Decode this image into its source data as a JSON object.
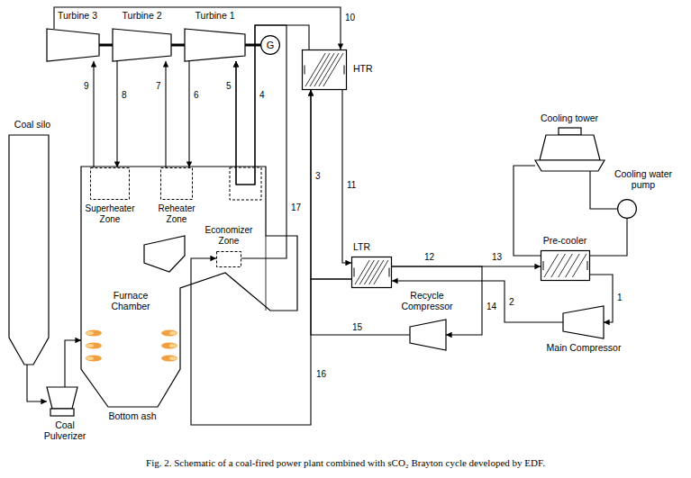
{
  "diagram": {
    "caption": "Fig. 2. Schematic of a coal-fired power plant combined with sCO₂ Brayton cycle developed by EDF.",
    "nodes": [
      {
        "text": [
          "Turbine 3"
        ]
      },
      {
        "text": [
          "Turbine 2"
        ]
      },
      {
        "text": [
          "Turbine 1"
        ]
      },
      {
        "text": [
          "G"
        ]
      },
      {
        "text": [
          "HTR"
        ]
      },
      {
        "text": [
          "Coal silo"
        ]
      },
      {
        "text": [
          "Furnace Chamber",
          "Bottom ash"
        ]
      },
      {
        "text": [
          "Superheater Zone"
        ],
        "in": 6
      },
      {
        "text": [
          "Reheater Zone"
        ],
        "in": 6
      },
      {
        "text": [
          "Economizer Zone"
        ],
        "in": 6
      },
      {
        "text": [
          "LTR"
        ]
      },
      {
        "text": [
          "Cooling tower"
        ]
      },
      {
        "text": [
          "Cooling water pump"
        ]
      },
      {
        "text": [
          "Pre-cooler"
        ]
      },
      {
        "text": [
          "Recycle Compressor"
        ]
      },
      {
        "text": [
          "Main Compressor"
        ]
      },
      {
        "text": [
          "Coal Pulverizer"
        ]
      }
    ],
    "edges": [
      {
        "from": 0,
        "to": 1,
        "arrow": "none"
      },
      {
        "from": 1,
        "to": 2,
        "arrow": "none"
      },
      {
        "from": 2,
        "to": 3,
        "arrow": "none"
      },
      {
        "from": 4,
        "to": 2,
        "label": "4",
        "arrow": "to"
      },
      {
        "from": 2,
        "to": 8,
        "label": "6",
        "arrow": "to"
      },
      {
        "from": 8,
        "to": 1,
        "label": "7",
        "arrow": "to"
      },
      {
        "from": 1,
        "to": 7,
        "label": "8",
        "arrow": "to"
      },
      {
        "from": 7,
        "to": 0,
        "label": "9",
        "arrow": "to"
      },
      {
        "from": 0,
        "to": 4,
        "label": "10",
        "arrow": "to"
      },
      {
        "from": 4,
        "to": 10,
        "label": "11",
        "arrow": "to"
      },
      {
        "from": 10,
        "to": 13,
        "label": "12",
        "arrow": "to"
      },
      {
        "from": 10,
        "to": 14,
        "label": "14",
        "arrow": "to"
      },
      {
        "from": 13,
        "to": 15,
        "label": "1",
        "arrow": "to"
      },
      {
        "from": 15,
        "to": 10,
        "label": "2",
        "arrow": "to"
      },
      {
        "from": 10,
        "to": 4,
        "label": "3",
        "arrow": "to"
      },
      {
        "from": 14,
        "to": 4,
        "label": "15",
        "arrow": "to"
      },
      {
        "from": 10,
        "to": 9,
        "label": "16",
        "arrow": "to"
      },
      {
        "from": 9,
        "to": 2,
        "label": "17",
        "arrow": "to"
      },
      {
        "from": 13,
        "to": 11,
        "arrow": "none"
      },
      {
        "from": 11,
        "to": 12,
        "arrow": "none"
      },
      {
        "from": 12,
        "to": 13,
        "arrow": "none"
      },
      {
        "from": 5,
        "to": 16,
        "arrow": "to"
      },
      {
        "from": 16,
        "to": 6,
        "arrow": "to"
      }
    ],
    "labels": [
      "5",
      "13"
    ]
  }
}
